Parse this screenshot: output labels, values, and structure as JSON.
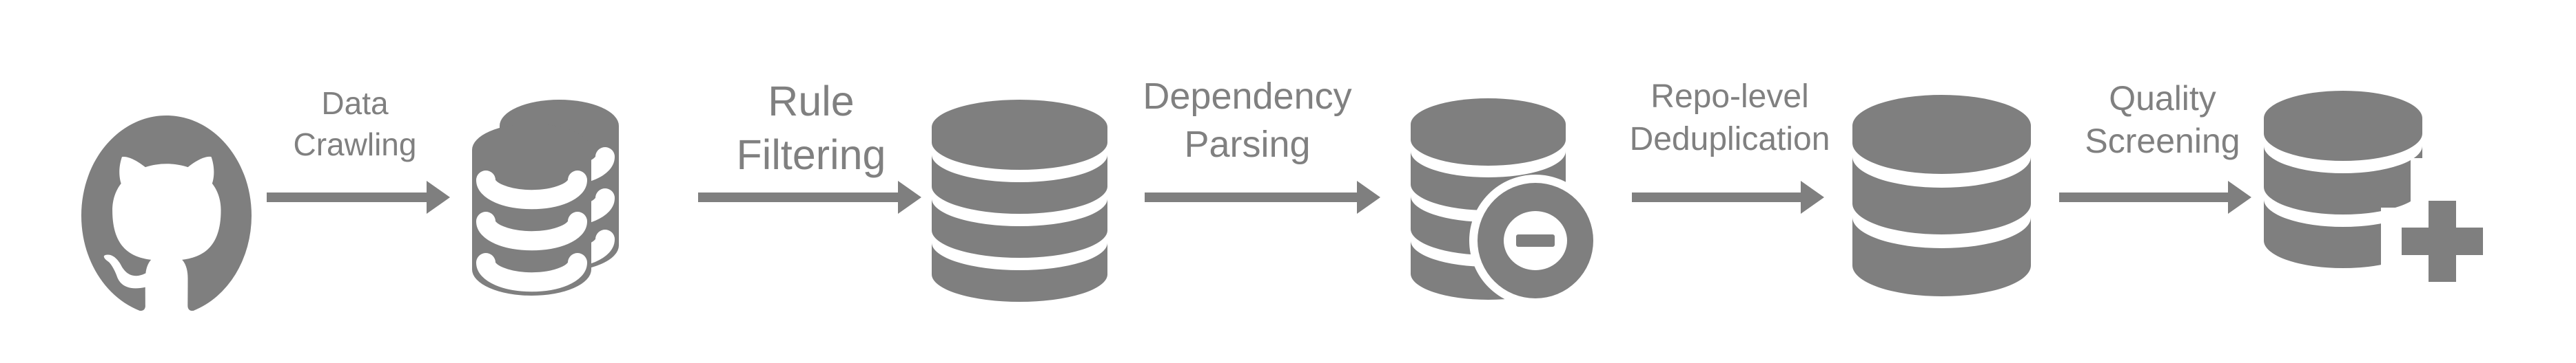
{
  "pipeline": {
    "background_color": "#ffffff",
    "icon_color": "#7f7f7f",
    "label_color": "#808080",
    "nodes": [
      {
        "id": "source",
        "icon": "github-icon",
        "description": "GitHub source"
      },
      {
        "id": "crawled",
        "icon": "database-stack-icon",
        "description": "crawled raw data, two overlapping databases"
      },
      {
        "id": "filtered",
        "icon": "database-icon",
        "description": "database with four discs"
      },
      {
        "id": "deduped",
        "icon": "database-minus-icon",
        "description": "database with minus badge"
      },
      {
        "id": "screened",
        "icon": "database-icon",
        "description": "database with three discs"
      },
      {
        "id": "final",
        "icon": "database-plus-icon",
        "description": "database with plus sign"
      }
    ],
    "steps": [
      {
        "line1": "Data",
        "line2": "Crawling"
      },
      {
        "line1": "Rule",
        "line2": "Filtering"
      },
      {
        "line1": "Dependency",
        "line2": "Parsing"
      },
      {
        "line1": "Repo-level",
        "line2": "Deduplication"
      },
      {
        "line1": "Quality",
        "line2": "Screening"
      }
    ],
    "arrow_count": 5
  }
}
